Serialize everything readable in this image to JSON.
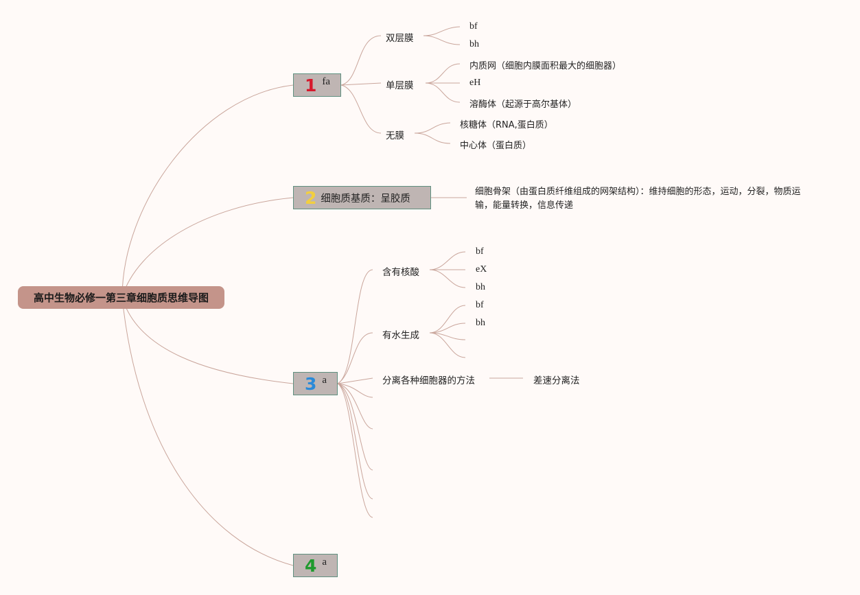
{
  "root": {
    "title": "高中生物必修一第三章细胞质思维导图"
  },
  "b1": {
    "num": "1",
    "num_color": "#d6192d",
    "text": "fa",
    "g1": {
      "label": "双层膜",
      "leaves": [
        "bf",
        "bh"
      ]
    },
    "g2": {
      "label": "单层膜",
      "leaves": [
        "内质网（细胞内膜面积最大的细胞器）",
        "eH",
        "溶酶体（起源于高尔基体）"
      ]
    },
    "g3": {
      "label": "无膜",
      "leaves": [
        "核糖体（RNA,蛋白质）",
        "中心体（蛋白质）"
      ]
    }
  },
  "b2": {
    "num": "2",
    "num_color": "#f2cf3f",
    "text": "细胞质基质：呈胶质",
    "note": "细胞骨架（由蛋白质纤维组成的网架结构）：维持细胞的形态，运动，分裂，物质运输，能量转换，信息传递"
  },
  "b3": {
    "num": "3",
    "num_color": "#2a8ad8",
    "text": "a",
    "g1": {
      "label": "含有核酸",
      "leaves": [
        "bf",
        "eX",
        "bh"
      ]
    },
    "g2": {
      "label": "有水生成",
      "leaves": [
        "bf",
        "bh"
      ]
    },
    "g3": {
      "label": "分离各种细胞器的方法",
      "leaf": "差速分离法"
    }
  },
  "b4": {
    "num": "4",
    "num_color": "#1f9a2e",
    "text": "a"
  },
  "colors": {
    "line": "#c9a59b",
    "root_bg": "#c4948a",
    "branch_bg": "#bfb5b3",
    "branch_border": "#5e8f7f",
    "bg": "#fffaf8"
  }
}
